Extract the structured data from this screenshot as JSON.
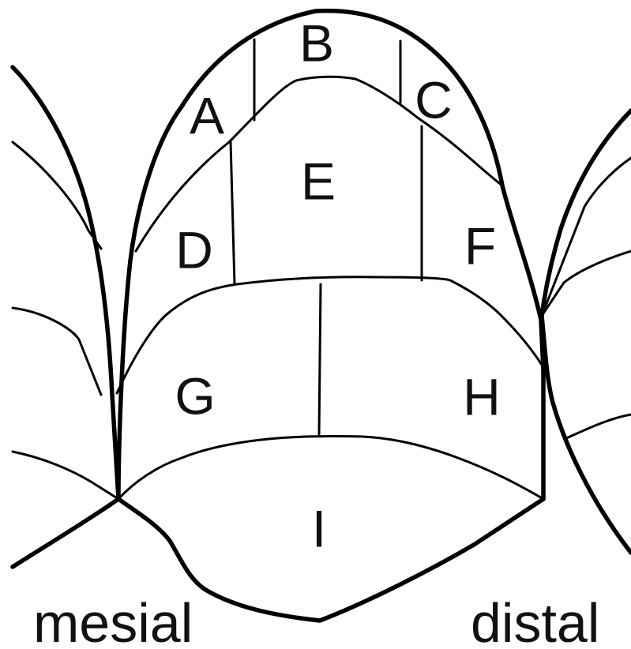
{
  "regions": {
    "a": "A",
    "b": "B",
    "c": "C",
    "d": "D",
    "e": "E",
    "f": "F",
    "g": "G",
    "h": "H",
    "i": "I"
  },
  "sides": {
    "left": "mesial",
    "right": "distal"
  }
}
